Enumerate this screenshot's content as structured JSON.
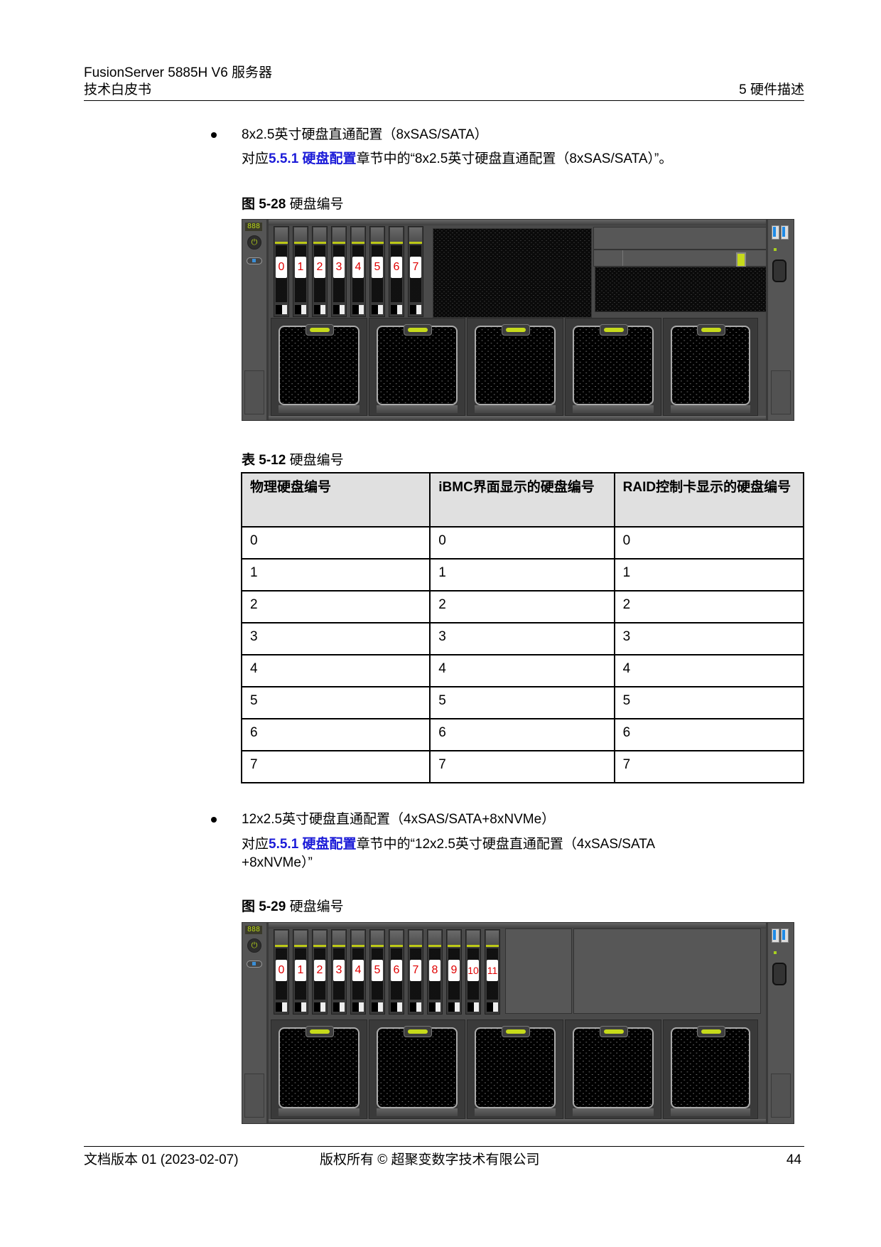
{
  "header": {
    "product": "FusionServer 5885H V6 服务器",
    "doc_type": "技术白皮书",
    "chapter": "5 硬件描述"
  },
  "section1": {
    "bullet": "8x2.5英寸硬盘直通配置（8xSAS/SATA）",
    "ref_prefix": "对应",
    "ref_link": "5.5.1 硬盘配置",
    "ref_suffix": "章节中的“8x2.5英寸硬盘直通配置（8xSAS/SATA）”。"
  },
  "figure_28": {
    "label": "图 5-28",
    "title": "硬盘编号",
    "drive_labels": [
      "0",
      "1",
      "2",
      "3",
      "4",
      "5",
      "6",
      "7"
    ]
  },
  "table_12": {
    "label": "表 5-12",
    "title": "硬盘编号",
    "columns": [
      "物理硬盘编号",
      "iBMC界面显示的硬盘编号",
      "RAID控制卡显示的硬盘编号"
    ],
    "rows": [
      [
        "0",
        "0",
        "0"
      ],
      [
        "1",
        "1",
        "1"
      ],
      [
        "2",
        "2",
        "2"
      ],
      [
        "3",
        "3",
        "3"
      ],
      [
        "4",
        "4",
        "4"
      ],
      [
        "5",
        "5",
        "5"
      ],
      [
        "6",
        "6",
        "6"
      ],
      [
        "7",
        "7",
        "7"
      ]
    ]
  },
  "section2": {
    "bullet": "12x2.5英寸硬盘直通配置（4xSAS/SATA+8xNVMe）",
    "ref_prefix": "对应",
    "ref_link": "5.5.1 硬盘配置",
    "ref_suffix_line1": "章节中的“12x2.5英寸硬盘直通配置（4xSAS/SATA",
    "ref_suffix_line2": "+8xNVMe）”"
  },
  "figure_29": {
    "label": "图 5-29",
    "title": "硬盘编号",
    "drive_labels": [
      "0",
      "1",
      "2",
      "3",
      "4",
      "5",
      "6",
      "7",
      "8",
      "9",
      "10",
      "11"
    ]
  },
  "footer": {
    "version": "文档版本 01 (2023-02-07)",
    "copyright": "版权所有 © 超聚变数字技术有限公司",
    "page": "44"
  },
  "colors": {
    "link": "#1b1bd8",
    "drive_label": "#e00000",
    "indicator": "#c6da1b",
    "table_header_bg": "#e0e0e0"
  }
}
